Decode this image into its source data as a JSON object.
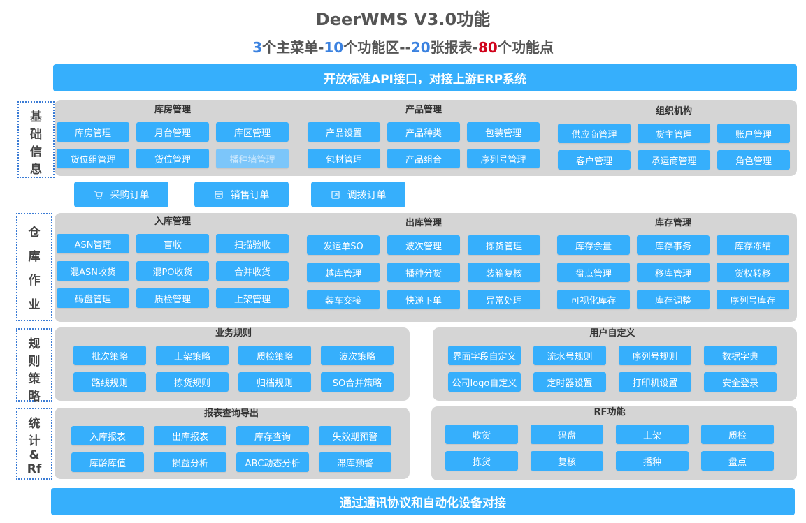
{
  "title": "DeerWMS V3.0功能",
  "subtitle": {
    "n1": "3",
    "t1": "个主菜单-",
    "n2": "10",
    "t2": "个功能区--",
    "n3": "20",
    "t3": "张报表-",
    "n4": "80",
    "t4": "个功能点"
  },
  "top_banner": "开放标准API接口，对接上游ERP系统",
  "bottom_banner": "通过通讯协议和自动化设备对接",
  "colors": {
    "accent": "#36affc",
    "panel": "#d5d5d5",
    "blue_num": "#3b82e0",
    "red_num": "#d0021b"
  },
  "side_labels": [
    [
      "基",
      "础",
      "信",
      "息"
    ],
    [
      "仓",
      "库",
      "作",
      "业"
    ],
    [
      "规",
      "则",
      "策",
      "略"
    ],
    [
      "统",
      "计",
      "&",
      "Rf"
    ]
  ],
  "orders": [
    {
      "label": "采购订单",
      "icon": "cart-icon"
    },
    {
      "label": "销售订单",
      "icon": "shop-icon"
    },
    {
      "label": "调拨订单",
      "icon": "transfer-icon"
    }
  ],
  "groups": [
    {
      "title": "库房管理",
      "items": [
        "库房管理",
        "月台管理",
        "库区管理",
        "货位组管理",
        "货位管理",
        "播种墙管理"
      ],
      "disabled": [
        "播种墙管理"
      ]
    },
    {
      "title": "产品管理",
      "items": [
        "产品设置",
        "产品种类",
        "包装管理",
        "包材管理",
        "产品组合",
        "序列号管理"
      ]
    },
    {
      "title": "组织机构",
      "items": [
        "供应商管理",
        "货主管理",
        "账户管理",
        "客户管理",
        "承运商管理",
        "角色管理"
      ]
    },
    {
      "title": "入库管理",
      "items": [
        "ASN管理",
        "盲收",
        "扫描验收",
        "混ASN收货",
        "混PO收货",
        "合并收货",
        "码盘管理",
        "质检管理",
        "上架管理"
      ]
    },
    {
      "title": "出库管理",
      "items": [
        "发运单SO",
        "波次管理",
        "拣货管理",
        "越库管理",
        "播种分货",
        "装箱复核",
        "装车交接",
        "快递下单",
        "异常处理"
      ]
    },
    {
      "title": "库存管理",
      "items": [
        "库存余量",
        "库存事务",
        "库存冻结",
        "盘点管理",
        "移库管理",
        "货权转移",
        "可视化库存",
        "库存调整",
        "序列号库存"
      ]
    },
    {
      "title": "业务规则",
      "items": [
        "批次策略",
        "上架策略",
        "质检策略",
        "波次策略",
        "路线规则",
        "拣货规则",
        "归档规则",
        "SO合并策略"
      ]
    },
    {
      "title": "用户自定义",
      "items": [
        "界面字段自定义",
        "流水号规则",
        "序列号规则",
        "数据字典",
        "公司logo自定义",
        "定时器设置",
        "打印机设置",
        "安全登录"
      ]
    },
    {
      "title": "报表查询导出",
      "items": [
        "入库报表",
        "出库报表",
        "库存查询",
        "失效期预警",
        "库龄库值",
        "损益分析",
        "ABC动态分析",
        "滞库预警"
      ]
    },
    {
      "title": "RF功能",
      "items": [
        "收货",
        "码盘",
        "上架",
        "质检",
        "拣货",
        "复核",
        "播种",
        "盘点"
      ]
    }
  ]
}
